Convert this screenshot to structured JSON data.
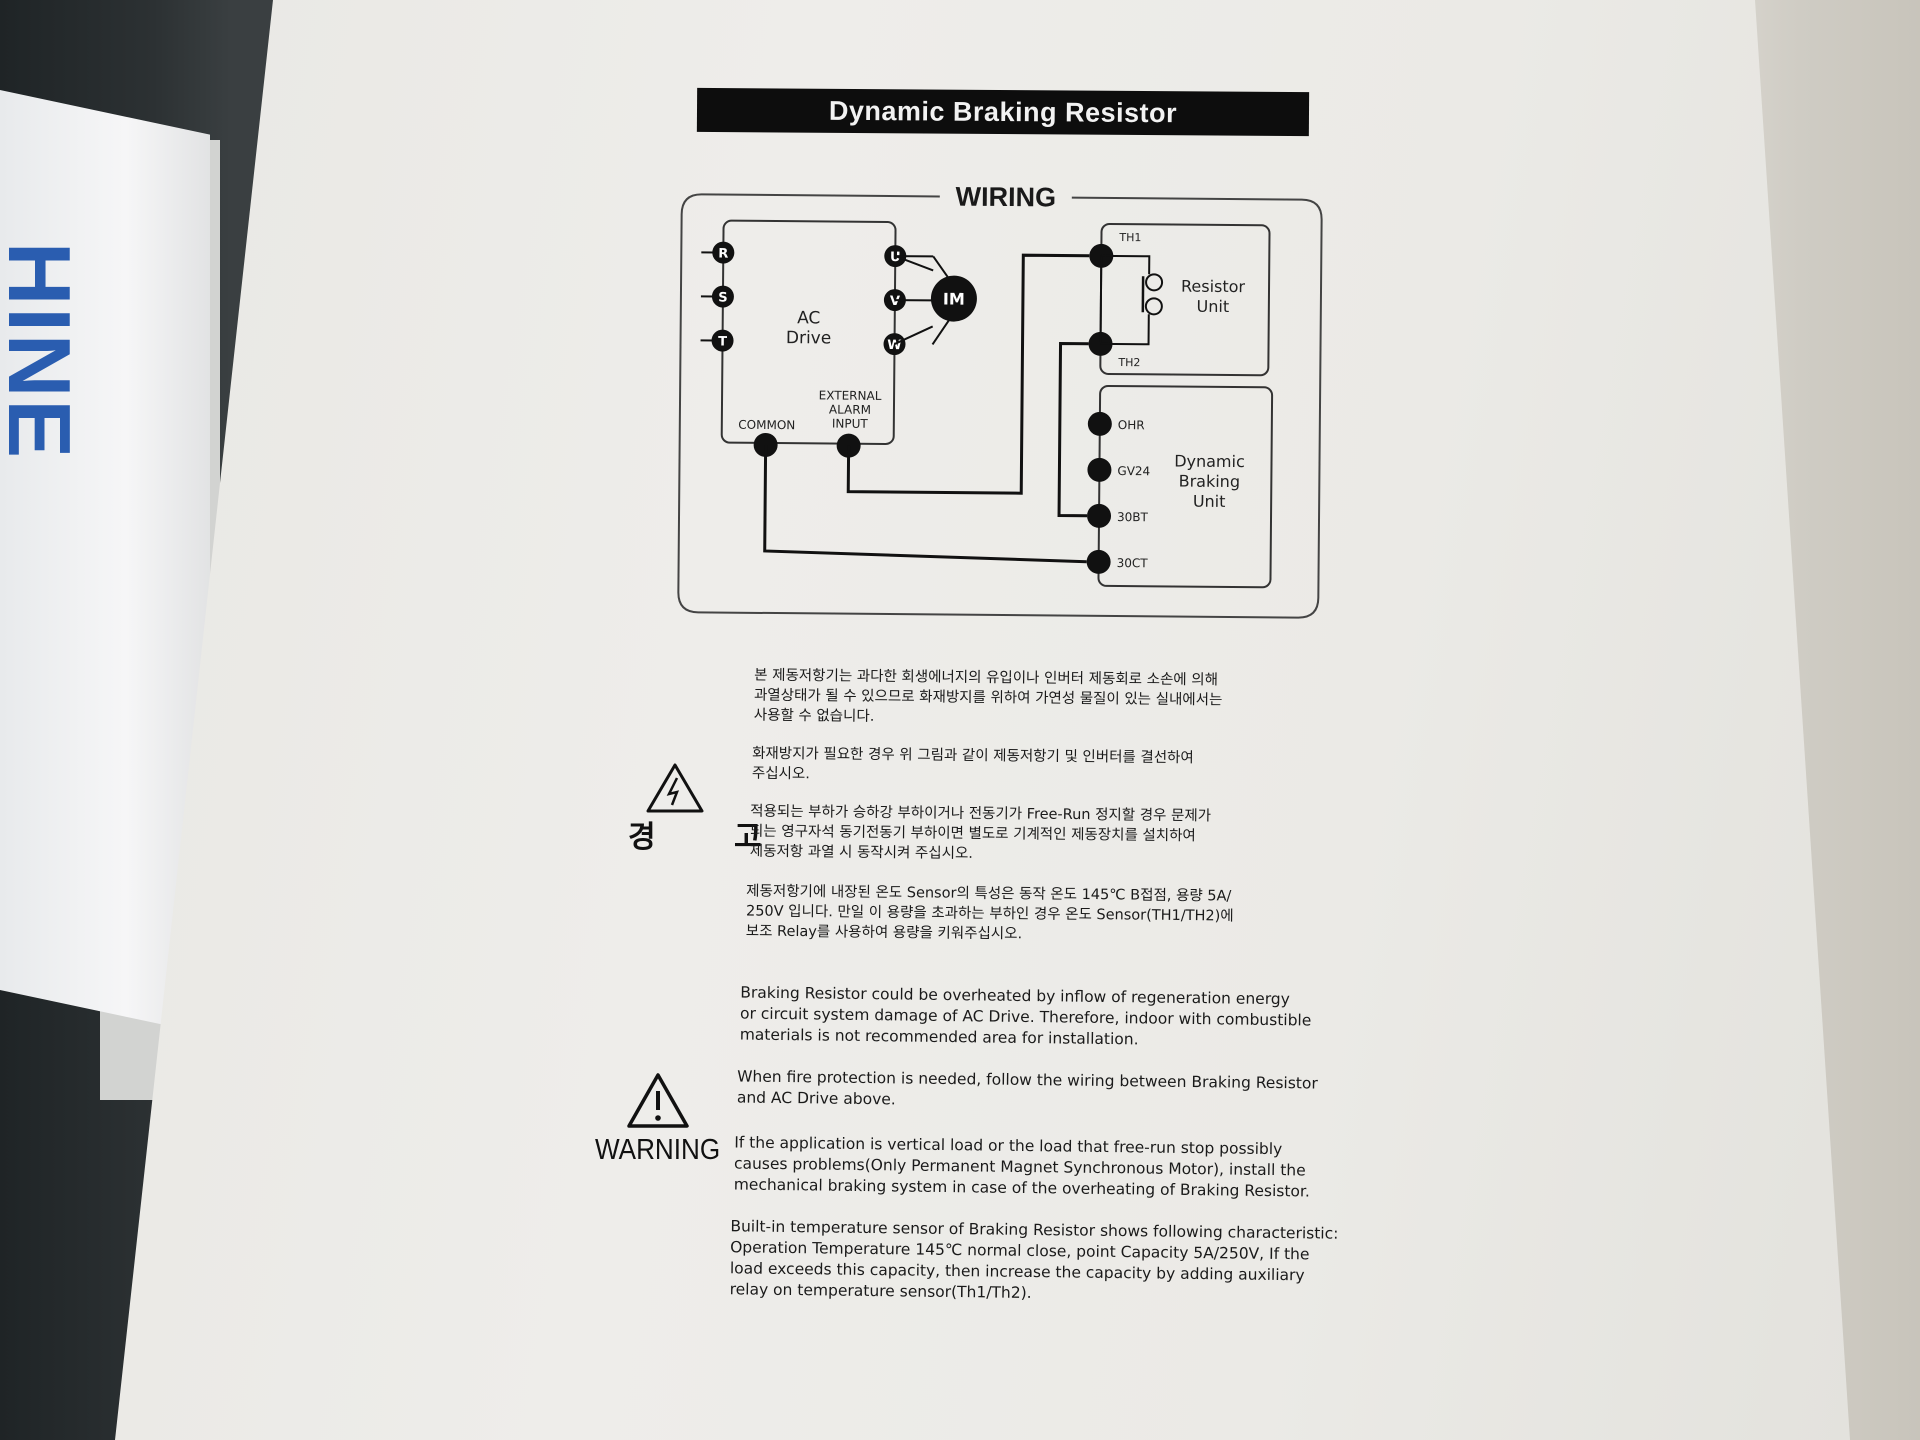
{
  "label": {
    "title": "Dynamic Braking Resistor",
    "wiring_title": "WIRING"
  },
  "diagram": {
    "ac_drive": "AC\nDrive",
    "drive_terminals": [
      "R",
      "S",
      "T"
    ],
    "motor_terminals": [
      "U",
      "V",
      "W"
    ],
    "motor": "IM",
    "common": "COMMON",
    "external_alarm": "EXTERNAL\nALARM\nINPUT",
    "resistor_unit": "Resistor\nUnit",
    "resistor_terminals": [
      "TH1",
      "TH2"
    ],
    "braking_unit": "Dynamic\nBraking\nUnit",
    "braking_terminals": [
      "OHR",
      "GV24",
      "30BT",
      "30CT"
    ]
  },
  "warning_kr": {
    "label": "경 고",
    "paragraphs": [
      "본 제동저항기는 과다한 회생에너지의 유입이나 인버터 제동회로 소손에 의해\n과열상태가 될 수 있으므로 화재방지를 위하여 가연성 물질이 있는 실내에서는\n사용할 수 없습니다.",
      "화재방지가 필요한 경우 위 그림과 같이 제동저항기 및 인버터를 결선하여\n주십시오.",
      "적용되는 부하가 승하강 부하이거나 전동기가 Free-Run 정지할 경우 문제가\n되는 영구자석 동기전동기 부하이면 별도로 기계적인 제동장치를 설치하여\n제동저항 과열 시 동작시켜 주십시오.",
      "제동저항기에 내장된 온도 Sensor의 특성은 동작 온도 145℃ B접점, 용량 5A/\n250V 입니다. 만일 이 용량을 초과하는 부하인 경우 온도 Sensor(TH1/TH2)에\n보조 Relay를 사용하여 용량을 키워주십시오."
    ]
  },
  "warning_en": {
    "label": "WARNING",
    "paragraphs": [
      "Braking Resistor could be overheated  by  inflow of regeneration energy\nor circuit system damage of AC Drive.  Therefore,      indoor with combustible\nmaterials is not recommended area for installation.",
      "When fire protection is needed,  follow the wiring between Braking Resistor\nand AC Drive above.",
      "If the application is vertical load  or  the load that free-run stop possibly\ncauses problems(Only Permanent Magnet Synchronous Motor),     install the\nmechanical  braking system in case of the overheating of Braking Resistor.",
      "Built-in temperature sensor of Braking Resistor shows following characteristic:\nOperation Temperature 145℃ normal close, point Capacity 5A/250V, If the\nload exceeds this capacity, then increase the capacity by adding auxiliary\nrelay on temperature sensor(Th1/Th2)."
    ]
  },
  "box": {
    "brand_fragment": "HINE"
  }
}
